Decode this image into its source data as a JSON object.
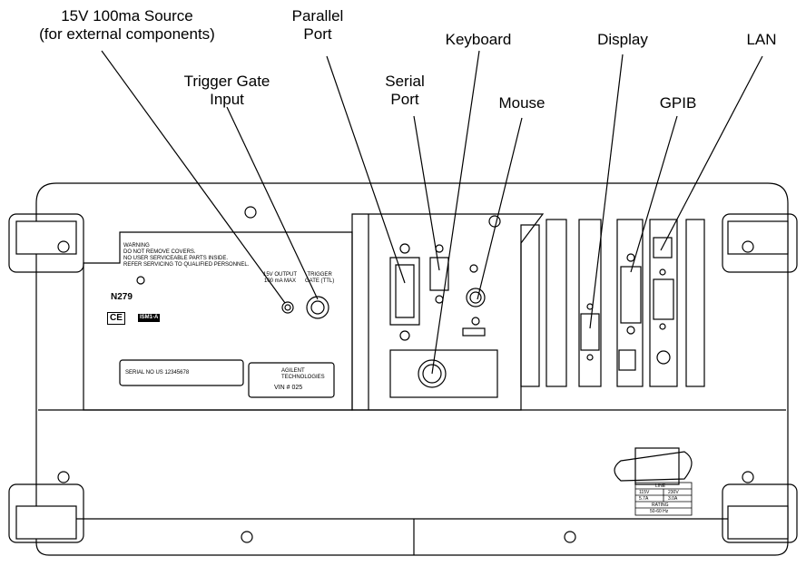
{
  "callouts": {
    "source_15v": [
      "15V 100ma Source",
      "(for external components)"
    ],
    "trigger_gate": [
      "Trigger Gate",
      "Input"
    ],
    "parallel_port": [
      "Parallel",
      "Port"
    ],
    "serial_port": [
      "Serial",
      "Port"
    ],
    "keyboard": "Keyboard",
    "mouse": "Mouse",
    "display": "Display",
    "gpib": "GPIB",
    "lan": "LAN"
  },
  "panel": {
    "warning": [
      "WARNING",
      "DO NOT REMOVE COVERS.",
      "NO USER SERVICEABLE PARTS INSIDE.",
      "REFER SERVICING TO QUALIFIED PERSONNEL."
    ],
    "model": "N279",
    "ce_mark": "CE",
    "ism_mark": "ISM1-A",
    "output_label": [
      "15V OUTPUT",
      "100 mA MAX"
    ],
    "trigger_label": [
      "TRIGGER",
      "GATE (TTL)"
    ],
    "serial_no": "SERIAL NO    US 12345678",
    "brand": [
      "AGILENT",
      "TECHNOLOGIES"
    ],
    "vin": "VIN # 025",
    "rating_table": {
      "header": "LINE",
      "rows": [
        [
          "115V",
          "230V"
        ],
        [
          "5.7A",
          "3.0A"
        ]
      ],
      "rating": "RATING",
      "freq": "50-60 Hz"
    }
  }
}
